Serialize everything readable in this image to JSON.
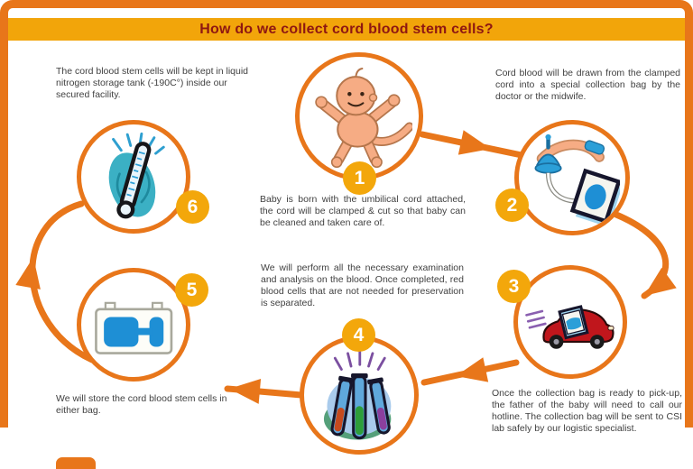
{
  "title": "How do we collect cord blood stem cells?",
  "steps": [
    {
      "number": "1",
      "icon": "baby-icon",
      "caption": "Baby is born with the umbilical cord attached, the cord will be clamped & cut so that baby can be cleaned and taken care of."
    },
    {
      "number": "2",
      "icon": "collection-bag-icon",
      "caption": "Cord blood will be drawn from the clamped cord into a special collection bag by the doctor or the midwife."
    },
    {
      "number": "3",
      "icon": "delivery-car-icon",
      "caption": "Once the collection bag is ready to pick-up, the father of the baby will need to call our hotline. The collection bag will be sent to CSI lab safely by our logistic specialist."
    },
    {
      "number": "4",
      "icon": "test-tubes-icon",
      "caption": "We will perform all the necessary examination and analysis on the blood. Once completed, red blood cells that are not needed for preservation is separated."
    },
    {
      "number": "5",
      "icon": "storage-bag-icon",
      "caption": "We will store the cord blood stem cells in either bag."
    },
    {
      "number": "6",
      "icon": "thermometer-icon",
      "caption": "The cord blood stem cells will be kept in liquid nitrogen storage tank (-190C°) inside our secured facility."
    }
  ],
  "colors": {
    "accent_orange": "#E8761A",
    "banner_gold": "#F2A50A",
    "badge_gold": "#F3A70B",
    "title_red": "#8E1712",
    "body_text": "#414141",
    "blue": "#2B9FD8"
  }
}
